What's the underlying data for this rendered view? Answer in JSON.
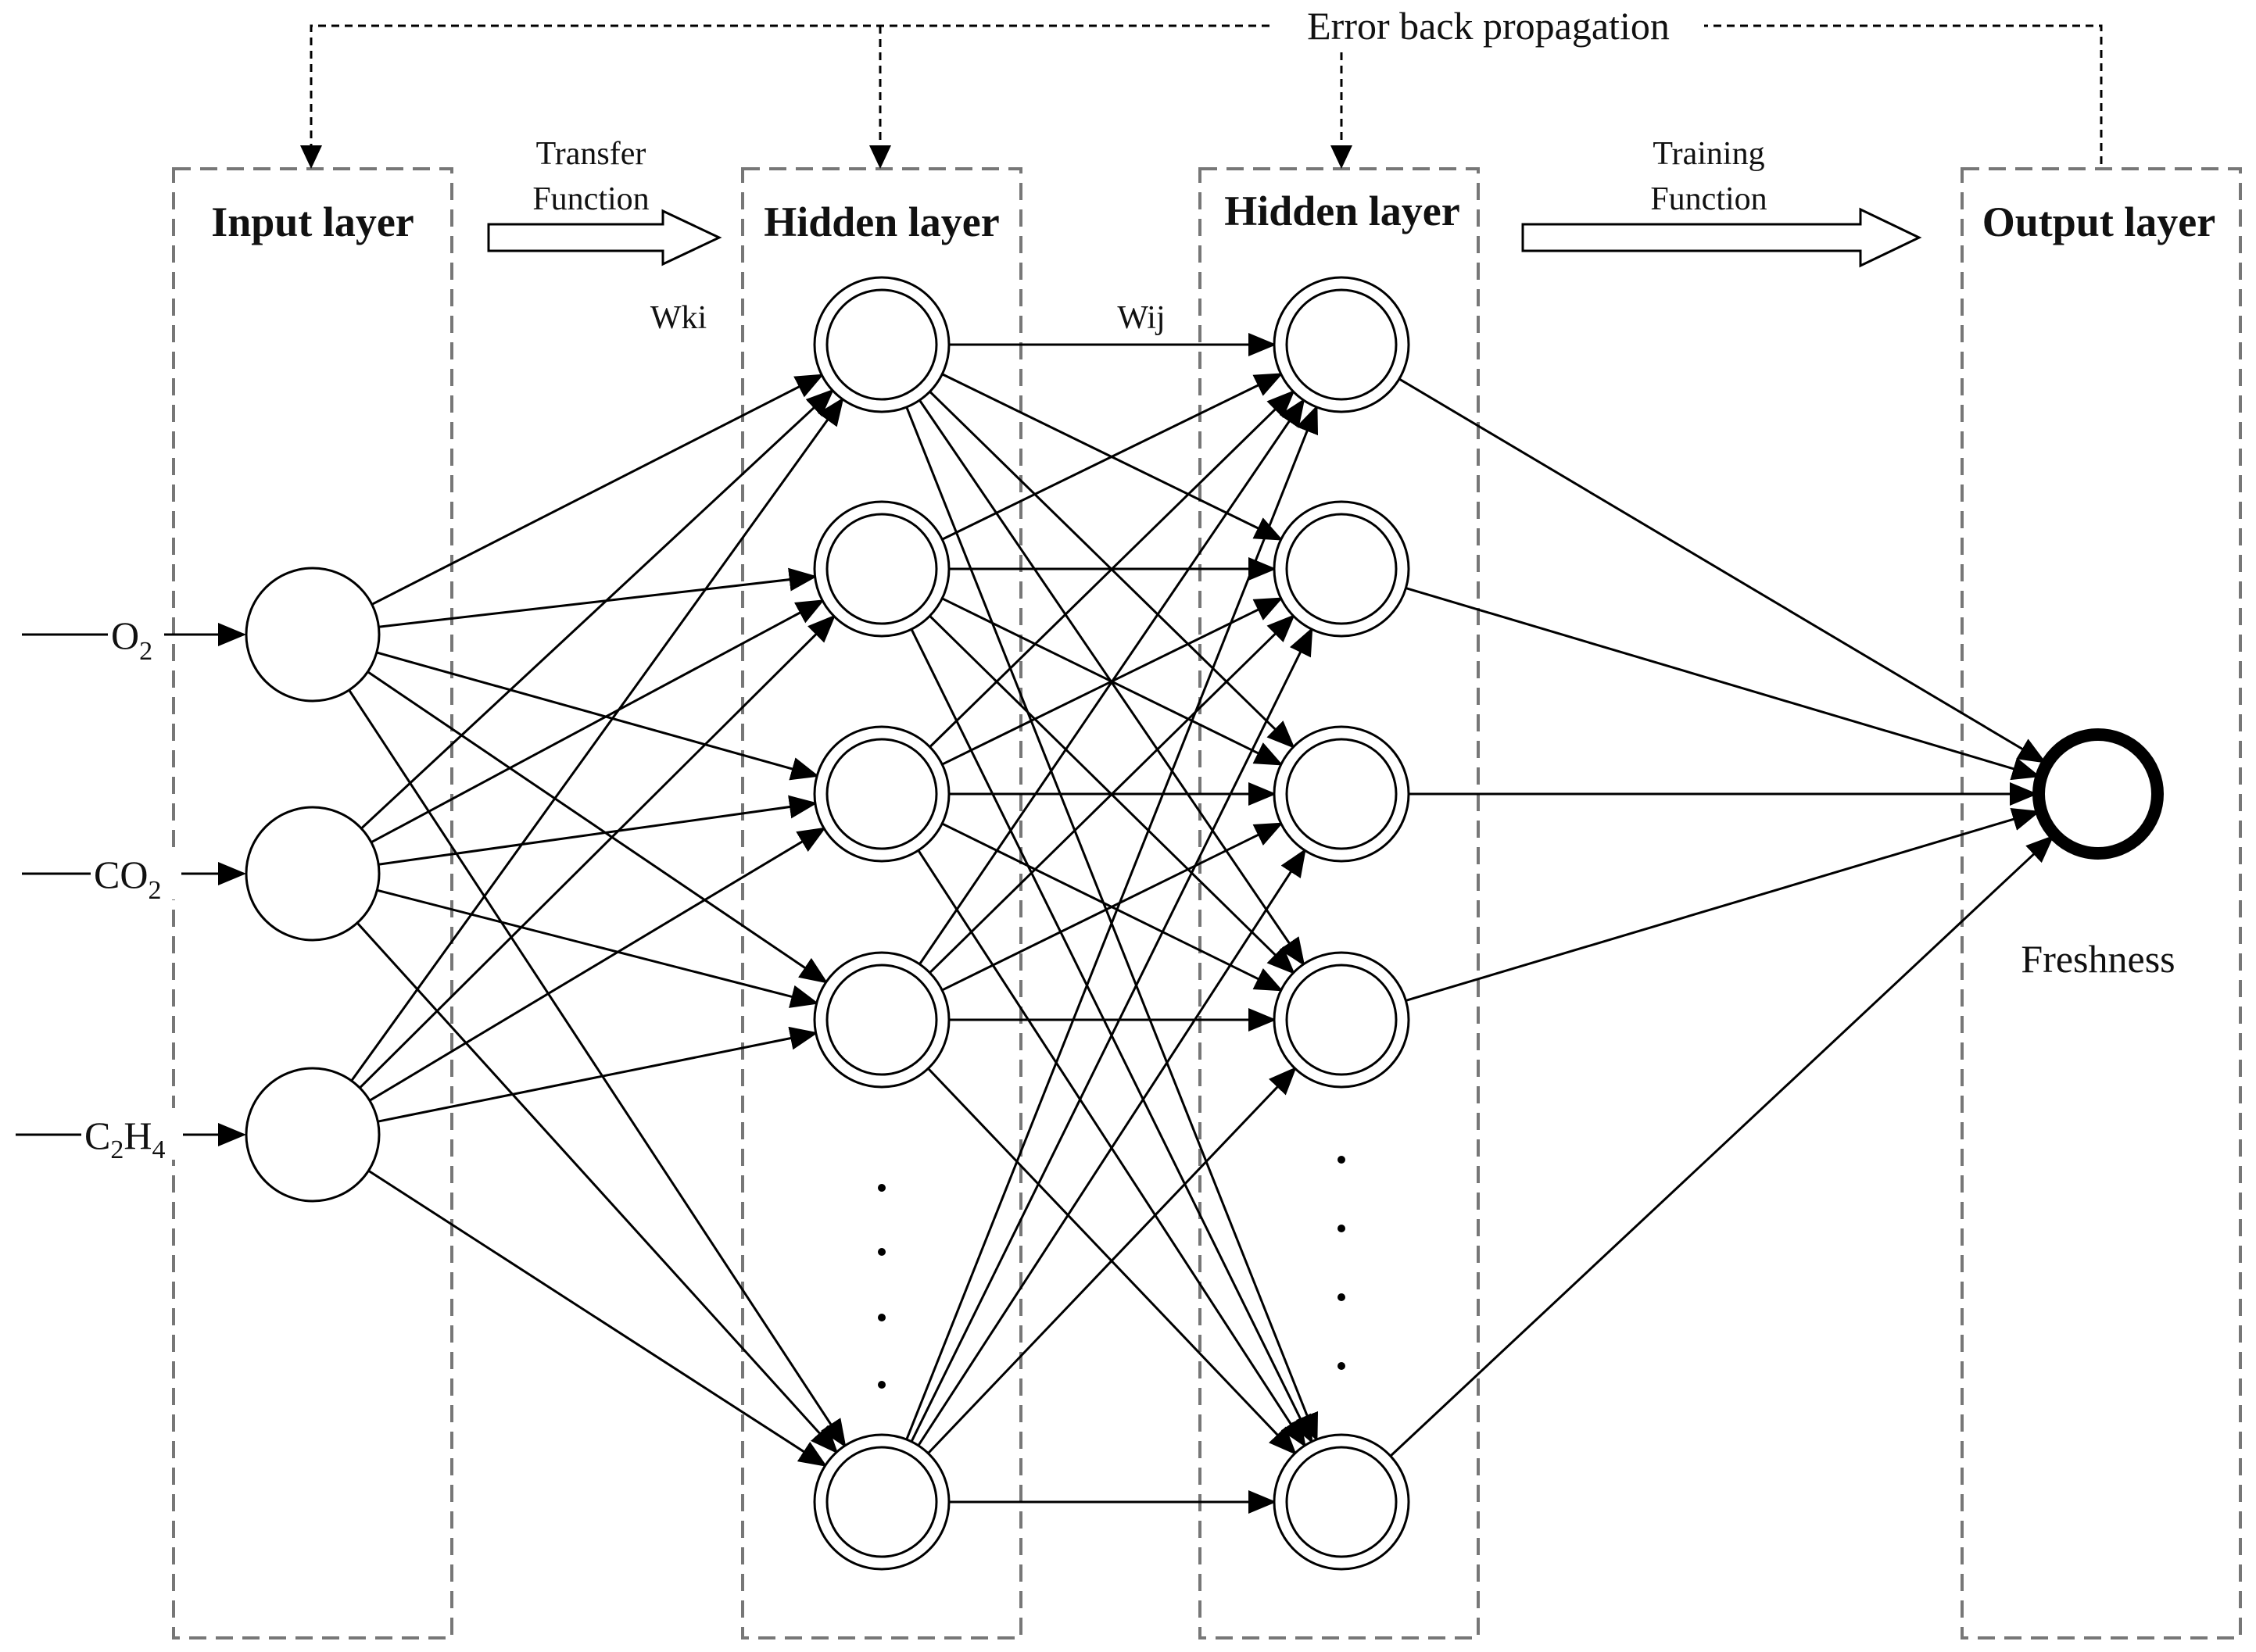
{
  "feedback": {
    "label": "Error back propagation"
  },
  "layers": {
    "input": "Input layer",
    "hidden1": "Hidden layer",
    "hidden2": "Hidden layer",
    "output": "Output layer"
  },
  "transfer_function": {
    "line1": "Transfer",
    "line2": "Function"
  },
  "training_function": {
    "line1": "Training",
    "line2": "Function"
  },
  "weights": {
    "input_to_hidden": "Wki",
    "hidden_to_hidden": "Wij"
  },
  "inputs": [
    {
      "base": "O",
      "sub": "2"
    },
    {
      "base": "CO",
      "sub": "2"
    },
    {
      "base": "C",
      "sub1": "2",
      "mid": "H",
      "sub2": "4"
    }
  ],
  "output": {
    "label": "Freshness"
  }
}
